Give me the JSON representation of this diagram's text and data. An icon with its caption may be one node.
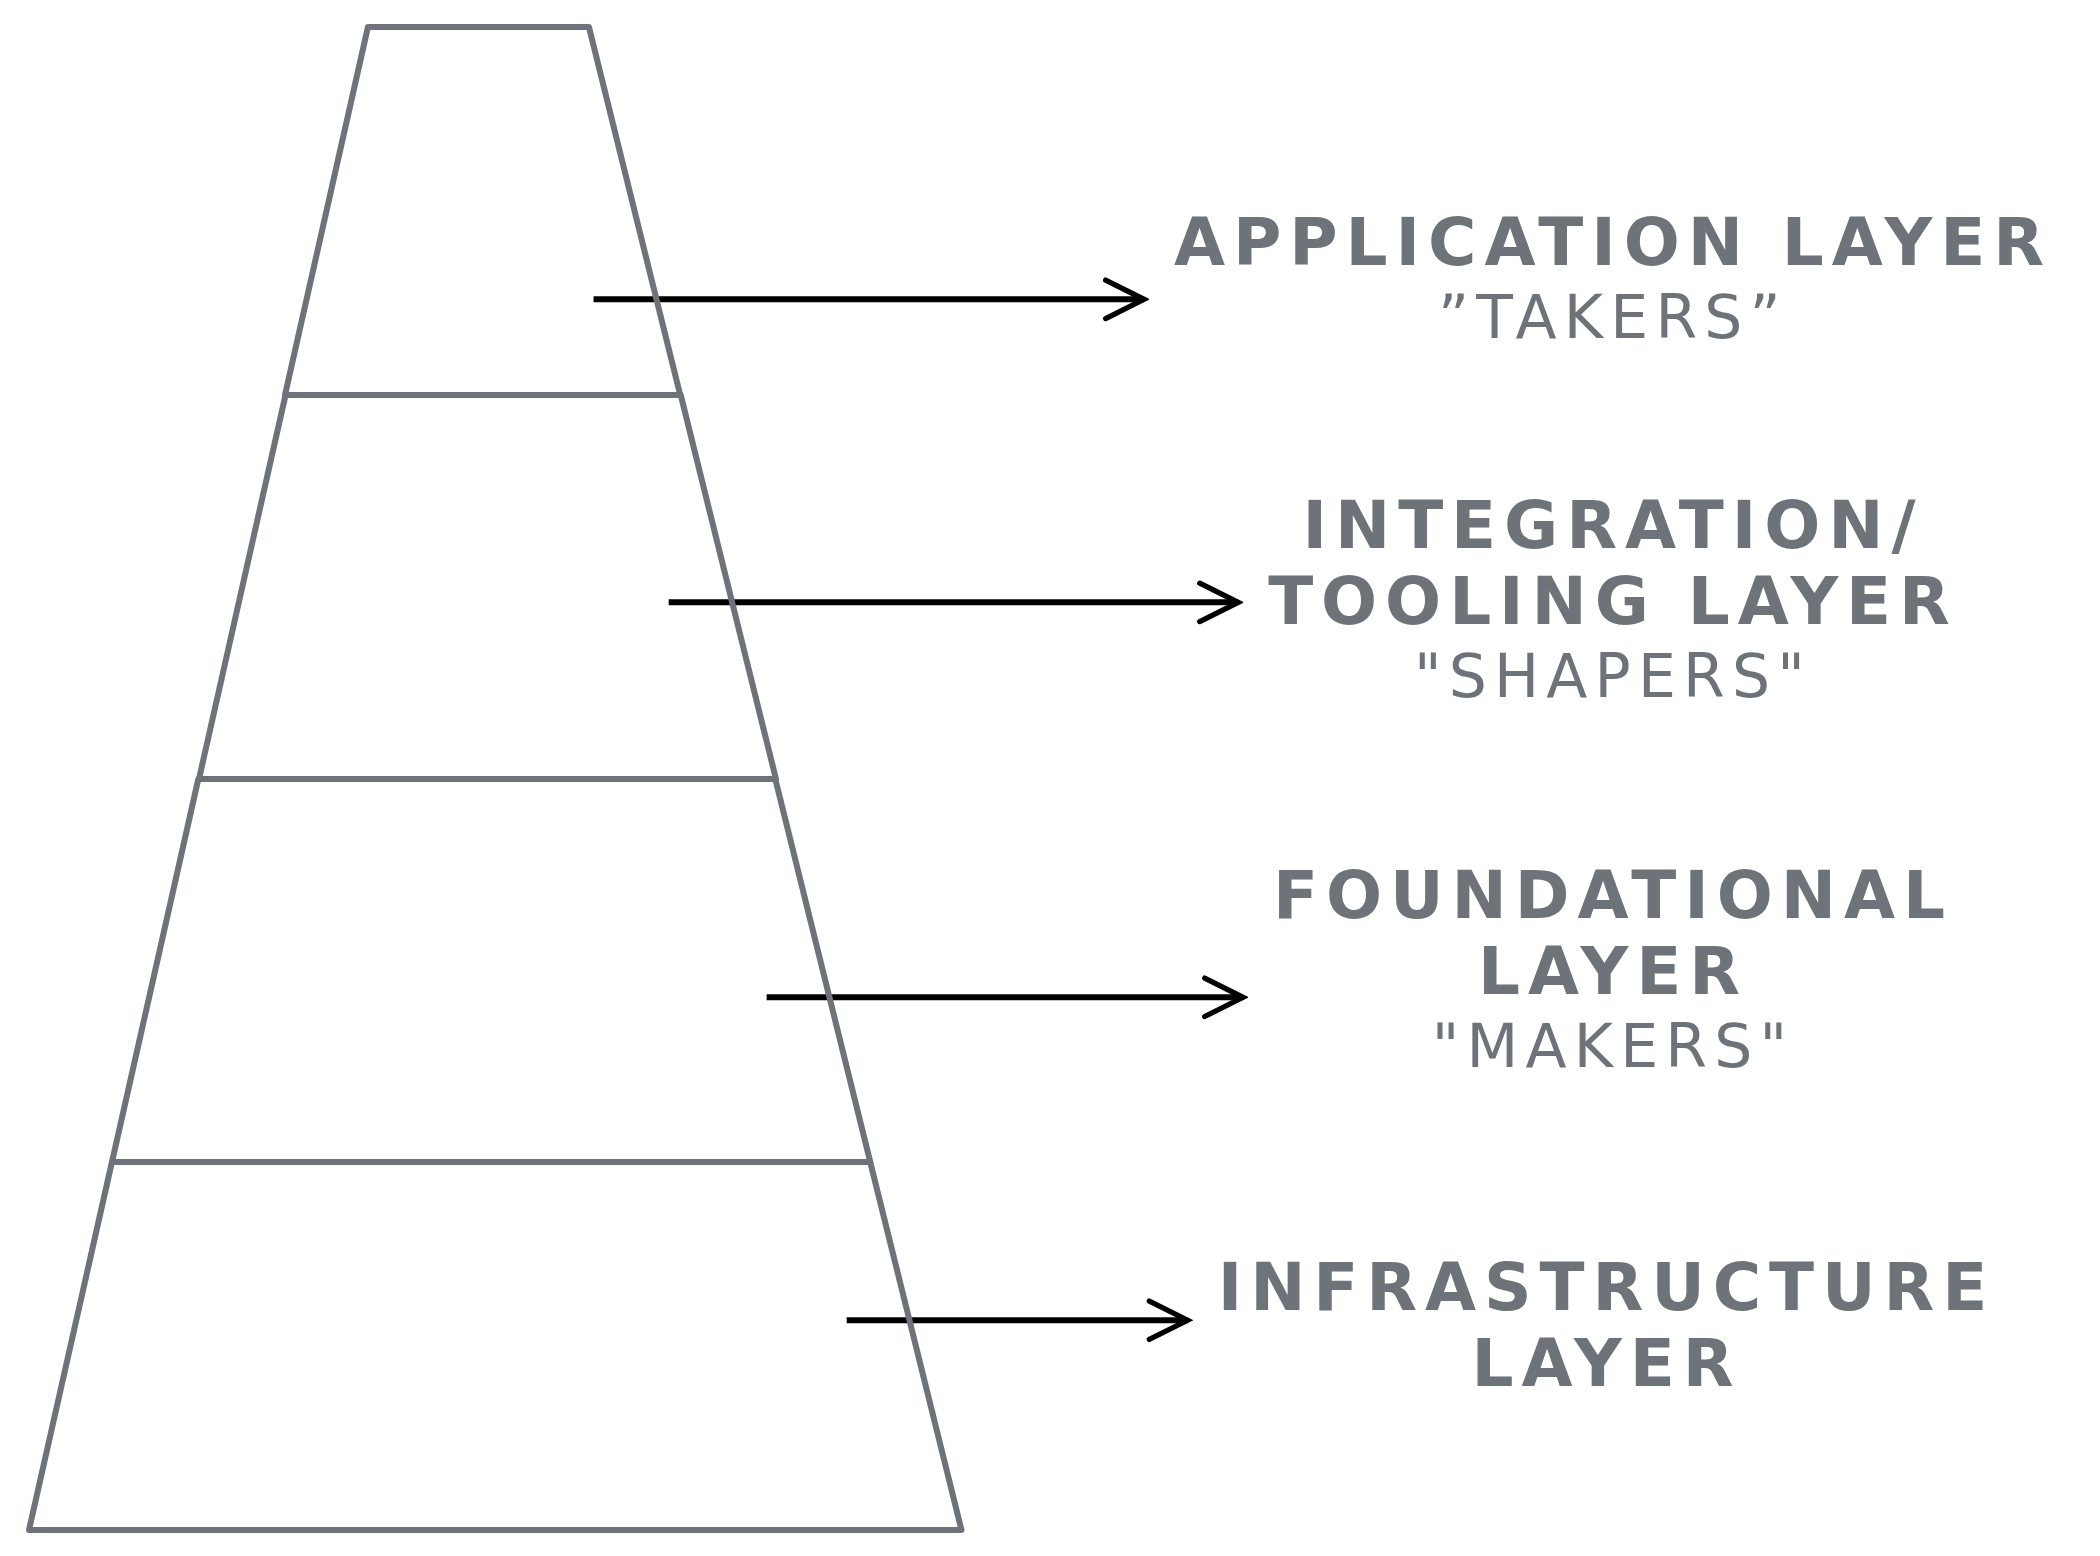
{
  "diagram": {
    "nodes": [
      {
        "text": [],
        "shape": "band"
      },
      {
        "text": [
          "APPLICATION LAYER",
          "”TAKERS”"
        ]
      },
      {
        "text": [],
        "shape": "band"
      },
      {
        "text": [
          "INTEGRATION/ TOOLING LAYER",
          "\"SHAPERS\""
        ]
      },
      {
        "text": [],
        "shape": "band"
      },
      {
        "text": [
          "FOUNDATIONAL LAYER",
          "\"MAKERS\""
        ]
      },
      {
        "text": [],
        "shape": "band"
      },
      {
        "text": [
          "INFRASTRUCTURE LAYER"
        ]
      }
    ],
    "edges": [
      {
        "from": 0,
        "to": 1,
        "arrow": "to"
      },
      {
        "from": 2,
        "to": 3,
        "arrow": "to"
      },
      {
        "from": 4,
        "to": 5,
        "arrow": "to"
      },
      {
        "from": 6,
        "to": 7,
        "arrow": "to"
      }
    ]
  }
}
